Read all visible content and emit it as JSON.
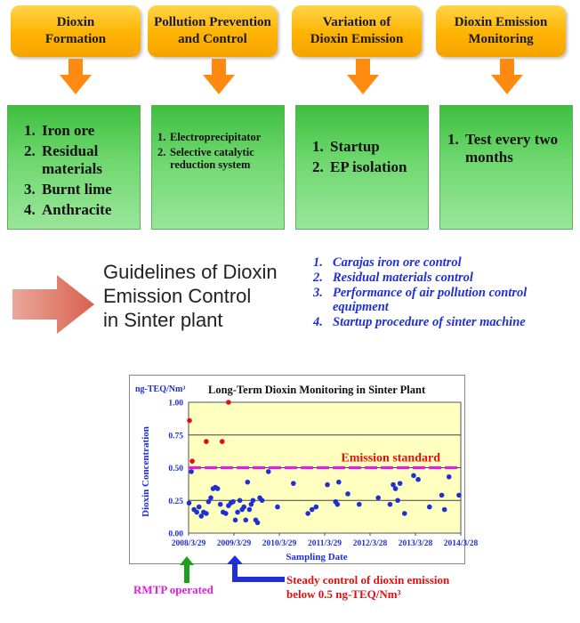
{
  "headers": [
    {
      "label": "Dioxin\nFormation"
    },
    {
      "label": "Pollution Prevention\nand Control"
    },
    {
      "label": "Variation of\nDioxin Emission"
    },
    {
      "label": "Dioxin Emission\nMonitoring"
    }
  ],
  "boxes": [
    {
      "items": [
        {
          "num": "1.",
          "text": "Iron ore"
        },
        {
          "num": "2.",
          "text": "Residual materials"
        },
        {
          "num": "3.",
          "text": "Burnt lime"
        },
        {
          "num": "4.",
          "text": "Anthracite"
        }
      ]
    },
    {
      "items": [
        {
          "num": "1.",
          "text": "Electroprecipitator"
        },
        {
          "num": "2.",
          "text": "Selective catalytic reduction  system"
        }
      ]
    },
    {
      "items": [
        {
          "num": "1.",
          "text": "Startup"
        },
        {
          "num": "2.",
          "text": "EP isolation"
        }
      ]
    },
    {
      "items": [
        {
          "num": "1.",
          "text": "Test every two months"
        }
      ]
    }
  ],
  "guidelines": {
    "title": "Guidelines of  Dioxin\nEmission Control\nin Sinter plant",
    "items": [
      {
        "num": "1.",
        "text": "Carajas iron ore control"
      },
      {
        "num": "2.",
        "text": "Residual materials control"
      },
      {
        "num": "3.",
        "text": "Performance of air pollution control equipment"
      },
      {
        "num": "4.",
        "text": "Startup procedure of sinter machine"
      }
    ]
  },
  "chart_data": {
    "type": "scatter",
    "title": "Long-Term Dioxin Monitoring in Sinter Plant",
    "unit_label": "ng-TEQ/Nm³",
    "ylabel": "Dioxin Concentration",
    "xlabel": "Sampling Date",
    "ylim": [
      0,
      1.0
    ],
    "yticks": [
      "0.00",
      "0.25",
      "0.50",
      "0.75",
      "1.00"
    ],
    "x_tick_labels": [
      "2008/3/29",
      "2009/3/29",
      "2010/3/29",
      "2011/3/29",
      "2012/3/28",
      "2013/3/28",
      "2014/3/28"
    ],
    "xlim": [
      2008.24,
      2014.24
    ],
    "grid": true,
    "standard": {
      "label": "Emission standard",
      "value": 0.5,
      "color": "#e020e0"
    },
    "series": [
      {
        "color": "#e01010",
        "points": [
          [
            2008.26,
            0.86
          ],
          [
            2008.32,
            0.55
          ],
          [
            2008.63,
            0.7
          ],
          [
            2008.98,
            0.7
          ],
          [
            2009.12,
            1.0
          ]
        ]
      },
      {
        "color": "#1f2fd6",
        "points": [
          [
            2008.25,
            0.23
          ],
          [
            2008.3,
            0.47
          ],
          [
            2008.36,
            0.18
          ],
          [
            2008.42,
            0.16
          ],
          [
            2008.47,
            0.2
          ],
          [
            2008.52,
            0.13
          ],
          [
            2008.57,
            0.16
          ],
          [
            2008.63,
            0.15
          ],
          [
            2008.68,
            0.24
          ],
          [
            2008.73,
            0.27
          ],
          [
            2008.78,
            0.34
          ],
          [
            2008.83,
            0.35
          ],
          [
            2008.88,
            0.34
          ],
          [
            2008.94,
            0.22
          ],
          [
            2009.0,
            0.16
          ],
          [
            2009.06,
            0.15
          ],
          [
            2009.12,
            0.21
          ],
          [
            2009.17,
            0.23
          ],
          [
            2009.22,
            0.24
          ],
          [
            2009.27,
            0.1
          ],
          [
            2009.32,
            0.16
          ],
          [
            2009.37,
            0.25
          ],
          [
            2009.42,
            0.18
          ],
          [
            2009.46,
            0.2
          ],
          [
            2009.5,
            0.1
          ],
          [
            2009.54,
            0.39
          ],
          [
            2009.58,
            0.18
          ],
          [
            2009.62,
            0.22
          ],
          [
            2009.66,
            0.25
          ],
          [
            2009.72,
            0.1
          ],
          [
            2009.76,
            0.08
          ],
          [
            2009.81,
            0.27
          ],
          [
            2009.86,
            0.25
          ],
          [
            2010.0,
            0.47
          ],
          [
            2010.2,
            0.2
          ],
          [
            2010.55,
            0.38
          ],
          [
            2010.87,
            0.15
          ],
          [
            2010.96,
            0.18
          ],
          [
            2011.05,
            0.2
          ],
          [
            2011.3,
            0.37
          ],
          [
            2011.48,
            0.24
          ],
          [
            2011.52,
            0.22
          ],
          [
            2011.55,
            0.39
          ],
          [
            2011.75,
            0.3
          ],
          [
            2012.0,
            0.22
          ],
          [
            2012.42,
            0.27
          ],
          [
            2012.68,
            0.22
          ],
          [
            2012.75,
            0.37
          ],
          [
            2012.8,
            0.34
          ],
          [
            2012.85,
            0.25
          ],
          [
            2012.9,
            0.38
          ],
          [
            2013.0,
            0.15
          ],
          [
            2013.2,
            0.44
          ],
          [
            2013.3,
            0.41
          ],
          [
            2013.55,
            0.2
          ],
          [
            2013.82,
            0.29
          ],
          [
            2013.88,
            0.18
          ],
          [
            2013.98,
            0.43
          ],
          [
            2014.2,
            0.29
          ]
        ]
      }
    ]
  },
  "annotations": {
    "rmtp": "RMTP operated",
    "steady": "Steady control of dioxin emission\nbelow 0.5 ng-TEQ/Nm³"
  },
  "colors": {
    "header": "#ffb300",
    "box": "#6fd86f",
    "arrow_orange": "#ff8a10",
    "arrow_red": "#e27060",
    "plot_bg": "#ffffc0",
    "blue": "#1f2fd6",
    "red": "#e01010",
    "magenta": "#e020e0",
    "green": "#1aa01a"
  }
}
